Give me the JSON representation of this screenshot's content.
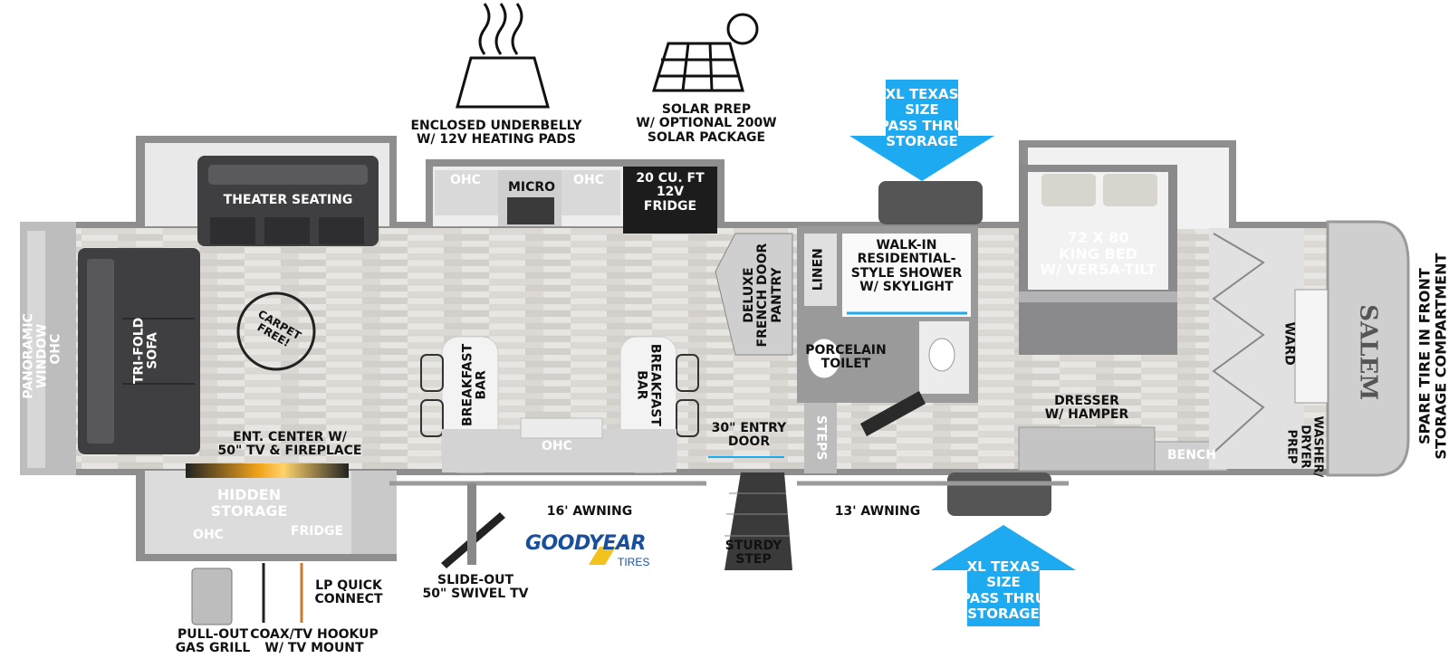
{
  "features": {
    "underbelly": "ENCLOSED UNDERBELLY\nW/ 12V HEATING PADS",
    "solar": "SOLAR PREP\nW/ OPTIONAL 200W\nSOLAR PACKAGE"
  },
  "storage_top": "XL TEXAS SIZE\nPASS THRU\nSTORAGE",
  "storage_bottom": "XL TEXAS SIZE\nPASS THRU\nSTORAGE",
  "rooms": {
    "theater": "THEATER SEATING",
    "panoramic": "PANORAMIC WINDOW",
    "ohc_front": "OHC",
    "sofa": "TRI-FOLD\nSOFA",
    "carpet": "CARPET\nFREE!",
    "ent_center": "ENT. CENTER W/\n50\" TV & FIREPLACE",
    "hidden_storage": "HIDDEN\nSTORAGE",
    "ohc_slide": "OHC",
    "fridge_small": "FRIDGE",
    "ohc_kitchen_left": "OHC",
    "micro": "MICRO",
    "ohc_kitchen_right": "OHC",
    "fridge": "20 CU. FT\n12V\nFRIDGE",
    "bar_left": "BREAKFAST\nBAR",
    "bar_right": "BREAKFAST\nBAR",
    "ohc_island": "OHC",
    "pantry": "DELUXE\nFRENCH DOOR\nPANTRY",
    "linen": "LINEN",
    "shower": "WALK-IN\nRESIDENTIAL-\nSTYLE SHOWER\nW/ SKYLIGHT",
    "toilet": "PORCELAIN\nTOILET",
    "steps": "STEPS",
    "entry_door": "30\" ENTRY\nDOOR",
    "bed": "72 X 80\nKING BED\nW/ VERSA-TILT",
    "dresser": "DRESSER\nW/ HAMPER",
    "bench": "BENCH",
    "ward": "WARD",
    "washer": "WASHER/\nDRYER\nPREP",
    "spare_tire": "SPARE TIRE IN FRONT\nSTORAGE COMPARTMENT",
    "brand": "SALEM"
  },
  "exterior": {
    "awning_16": "16' AWNING",
    "awning_13": "13' AWNING",
    "swivel_tv": "SLIDE-OUT\n50\" SWIVEL TV",
    "sturdy_step": "STURDY\nSTEP",
    "lp": "LP QUICK\nCONNECT",
    "grill": "PULL-OUT\nGAS GRILL",
    "coax": "COAX/TV HOOKUP\nW/ TV MOUNT",
    "goodyear": "GOODYEAR",
    "tires": "TIRES"
  },
  "colors": {
    "arrow": "#1eaaf1",
    "wall": "#8c8c8c",
    "floor": "#e6e4e1",
    "furniture": "#4a4a4c",
    "brand_blue": "#1a4f9c"
  }
}
